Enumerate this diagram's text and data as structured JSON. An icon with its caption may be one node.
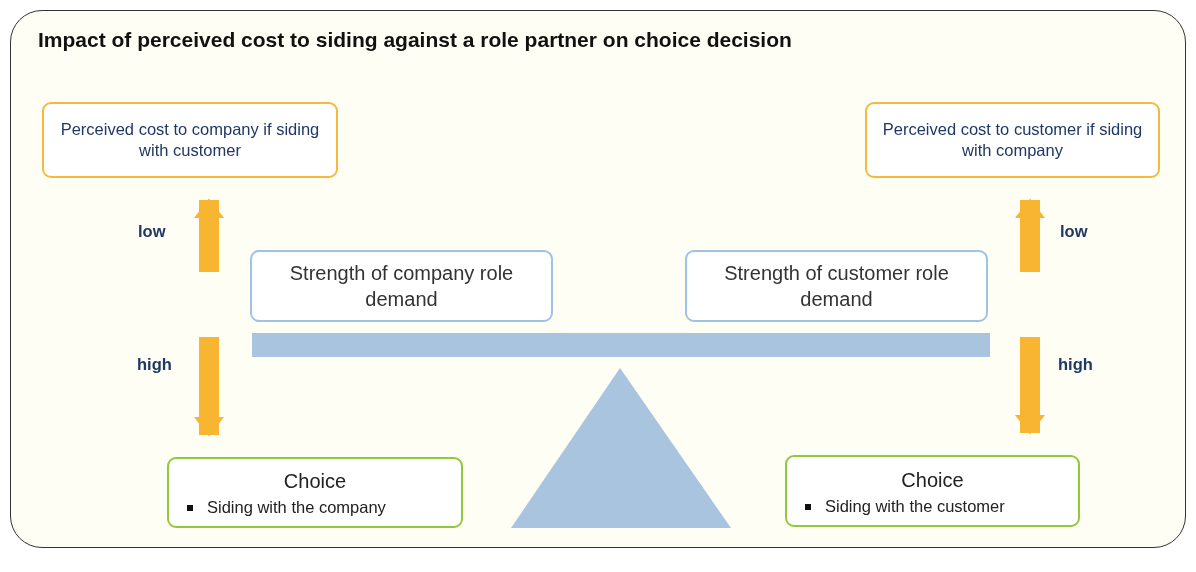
{
  "diagram": {
    "title": "Impact of perceived cost to siding against a role partner on choice decision",
    "nodes": [
      {
        "text": [
          "Perceived cost to company if siding with customer"
        ]
      },
      {
        "text": [
          "Perceived cost to customer if siding with company"
        ]
      },
      {
        "text": [
          "Strength of company role demand"
        ]
      },
      {
        "text": [
          "Strength of customer role demand"
        ]
      },
      {
        "text": [
          "Choice",
          "Siding with the company"
        ]
      },
      {
        "text": [
          "Choice",
          "Siding with the customer"
        ]
      }
    ],
    "edges": [
      {
        "from": null,
        "to": 0,
        "arrow": "to",
        "label": "low"
      },
      {
        "from": null,
        "to": 4,
        "arrow": "to",
        "label": "high"
      },
      {
        "from": null,
        "to": 1,
        "arrow": "to",
        "label": "low"
      },
      {
        "from": null,
        "to": 5,
        "arrow": "to",
        "label": "high"
      }
    ]
  }
}
